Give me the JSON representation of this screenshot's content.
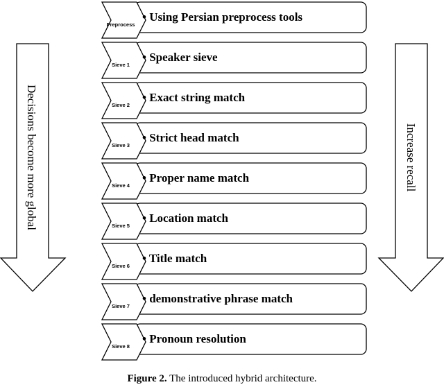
{
  "left_arrow": {
    "label": "Decisions become more global"
  },
  "right_arrow": {
    "label": "Increase recall"
  },
  "steps": [
    {
      "stage": "Preprocess",
      "text": "• Using Persian preprocess tools"
    },
    {
      "stage": "Sieve 1",
      "text": "• Speaker sieve"
    },
    {
      "stage": "Sieve 2",
      "text": "• Exact string match"
    },
    {
      "stage": "Sieve 3",
      "text": "• Strict head match"
    },
    {
      "stage": "Sieve 4",
      "text": "• Proper name match"
    },
    {
      "stage": "Sieve 5",
      "text": "• Location match"
    },
    {
      "stage": "Sieve 6",
      "text": "• Title match"
    },
    {
      "stage": "Sieve 7",
      "text": "• demonstrative phrase match"
    },
    {
      "stage": "Sieve 8",
      "text": "• Pronoun resolution"
    }
  ],
  "caption": {
    "label": "Figure 2.",
    "text": " The introduced hybrid architecture."
  }
}
